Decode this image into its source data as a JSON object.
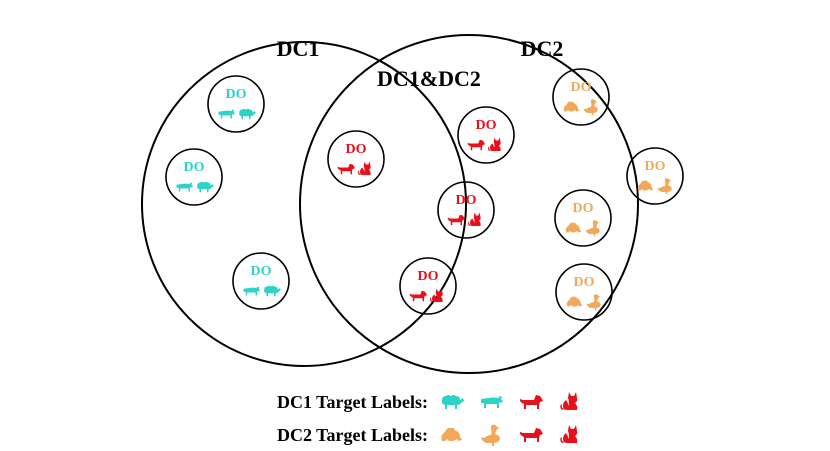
{
  "diagram": {
    "sets": [
      {
        "id": "dc1",
        "label": "DC1",
        "color": "#2ed3c8"
      },
      {
        "id": "dc2",
        "label": "DC2",
        "color": "#f2a85a"
      }
    ],
    "intersection": {
      "label": "DC1&DC2",
      "color": "#e8101a"
    },
    "node_label": "DO",
    "nodes": [
      {
        "group": "dc1",
        "label": "DO",
        "icons": [
          "cow-icon",
          "sheep-icon"
        ]
      },
      {
        "group": "dc1",
        "label": "DO",
        "icons": [
          "cow-icon",
          "sheep-icon"
        ]
      },
      {
        "group": "dc1",
        "label": "DO",
        "icons": [
          "cow-icon",
          "sheep-icon"
        ]
      },
      {
        "group": "both",
        "label": "DO",
        "icons": [
          "dog-icon",
          "cat-icon"
        ]
      },
      {
        "group": "both",
        "label": "DO",
        "icons": [
          "dog-icon",
          "cat-icon"
        ]
      },
      {
        "group": "both",
        "label": "DO",
        "icons": [
          "dog-icon",
          "cat-icon"
        ]
      },
      {
        "group": "both",
        "label": "DO",
        "icons": [
          "dog-icon",
          "cat-icon"
        ]
      },
      {
        "group": "dc2",
        "label": "DO",
        "icons": [
          "frog-icon",
          "duck-icon"
        ]
      },
      {
        "group": "dc2",
        "label": "DO",
        "icons": [
          "frog-icon",
          "duck-icon"
        ]
      },
      {
        "group": "dc2",
        "label": "DO",
        "icons": [
          "frog-icon",
          "duck-icon"
        ]
      },
      {
        "group": "dc2",
        "label": "DO",
        "icons": [
          "frog-icon",
          "duck-icon"
        ]
      }
    ]
  },
  "legend": {
    "rows": [
      {
        "label": "DC1 Target Labels:",
        "icons": [
          {
            "name": "sheep-icon",
            "color": "#2ed3c8"
          },
          {
            "name": "cow-icon",
            "color": "#2ed3c8"
          },
          {
            "name": "dog-icon",
            "color": "#e8101a"
          },
          {
            "name": "cat-icon",
            "color": "#e8101a"
          }
        ]
      },
      {
        "label": "DC2 Target Labels:",
        "icons": [
          {
            "name": "frog-icon",
            "color": "#f2a85a"
          },
          {
            "name": "duck-icon",
            "color": "#f2a85a"
          },
          {
            "name": "dog-icon",
            "color": "#e8101a"
          },
          {
            "name": "cat-icon",
            "color": "#e8101a"
          }
        ]
      }
    ]
  }
}
